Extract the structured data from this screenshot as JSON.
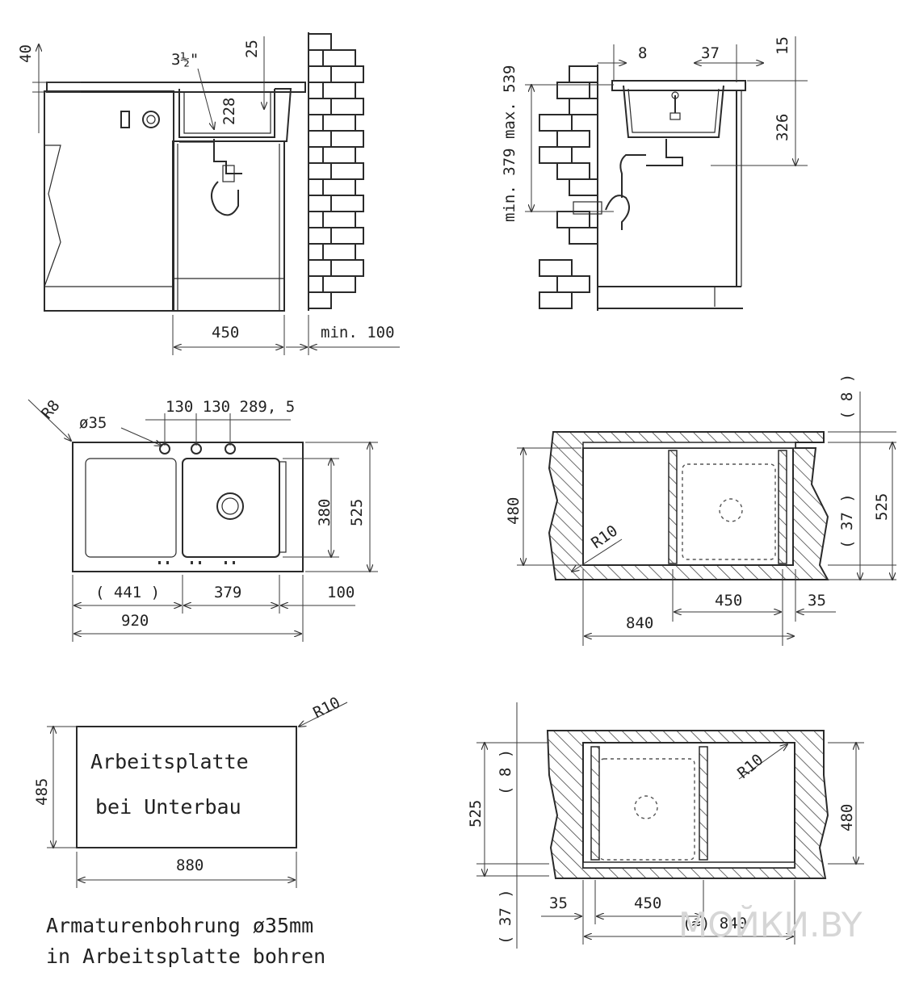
{
  "drawing": {
    "top_left": {
      "d40": "40",
      "d_pipe": "3½\"",
      "d25": "25",
      "d228": "228",
      "d450": "450",
      "dmin100": "min. 100"
    },
    "top_right": {
      "d8": "8",
      "d37": "37",
      "d15": "15",
      "dminmax": "min. 379  max. 539",
      "d326": "326"
    },
    "plan": {
      "r8": "R8",
      "d35": "ø35",
      "d_holes": "130 130  289, 5",
      "d380": "380",
      "d525": "525",
      "d441": "( 441 )",
      "d379": "379",
      "d100": "100",
      "d920": "920"
    },
    "mid_right": {
      "d8": "( 8 )",
      "d480": "480",
      "d525": "525",
      "d37": "( 37 )",
      "r10": "R10",
      "d450": "450",
      "d35": "35",
      "d840": "840"
    },
    "cutout": {
      "r10": "R10",
      "text1": "Arbeitsplatte",
      "text2": "bei Unterbau",
      "d485": "485",
      "d880": "880"
    },
    "bottom_right": {
      "d525": "525",
      "d8": "( 8 )",
      "d37": "( 37 )",
      "r10": "R10",
      "d480": "480",
      "d35": "35",
      "d450": "450",
      "d840": "(≈) 840"
    },
    "note": {
      "line1": "Armaturenbohrung ø35mm",
      "line2": "in Arbeitsplatte bohren"
    },
    "watermark": "МОЙКИ.BY"
  }
}
